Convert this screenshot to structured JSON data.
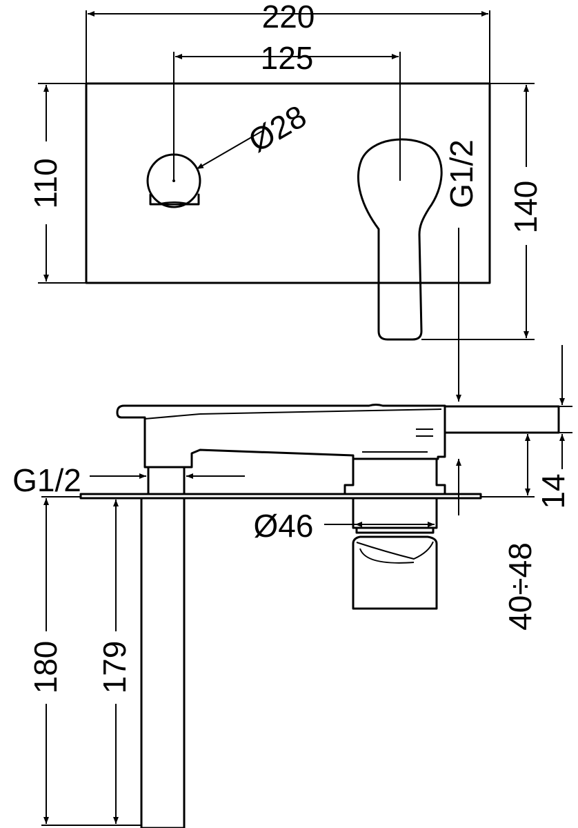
{
  "dimensions": {
    "plate_width": "220",
    "center_distance": "125",
    "outlet_diameter": "Ø28",
    "plate_height": "110",
    "overall_height": "140",
    "thread_front": "G1/2",
    "thread_side": "G1/2",
    "body_diameter": "Ø46",
    "wall_depth": "40÷48",
    "handle_thickness": "14",
    "spout_length_total": "180",
    "spout_length": "179"
  }
}
